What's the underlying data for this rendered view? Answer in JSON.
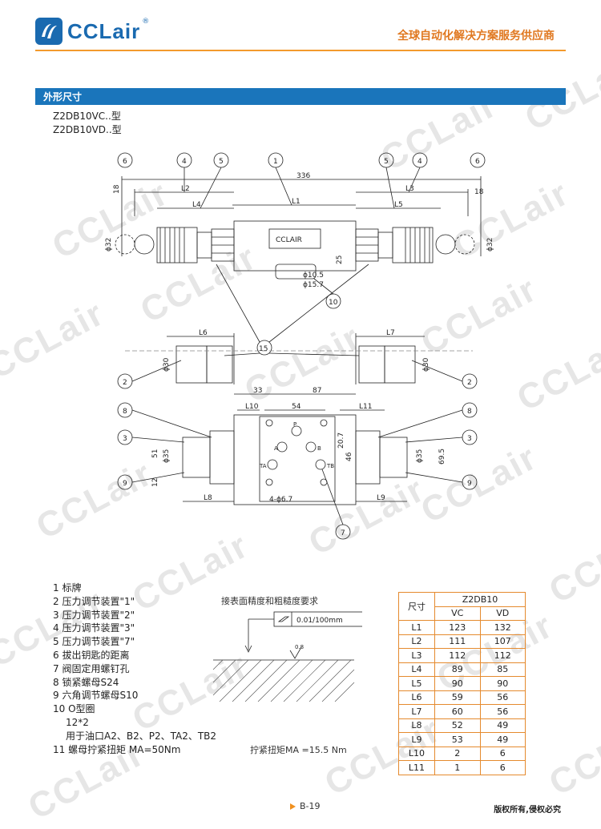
{
  "header": {
    "brand": "CCLair",
    "reg": "®",
    "slogan": "全球自动化解决方案服务供应商"
  },
  "watermark": "CCLair",
  "section": {
    "title": "外形尺寸"
  },
  "models": [
    "Z2DB10VC..型",
    "Z2DB10VD..型"
  ],
  "drawing": {
    "part_callouts": [
      "1",
      "2",
      "3",
      "4",
      "5",
      "6",
      "7",
      "8",
      "9",
      "10",
      "15"
    ],
    "dimensions": {
      "overall": "336",
      "L1": "L1",
      "L2": "L2",
      "L3": "L3",
      "L4": "L4",
      "L5": "L5",
      "L6": "L6",
      "L7": "L7",
      "L8": "L8",
      "L9": "L9",
      "L10": "L10",
      "L11": "L11",
      "d18": "18",
      "d32": "ϕ32",
      "d25": "25",
      "d105": "ϕ10.5",
      "d157": "ϕ15.7",
      "d30": "ϕ30",
      "d33": "33",
      "d87": "87",
      "d54": "54",
      "d207": "20.7",
      "d46": "46",
      "d35": "ϕ35",
      "d51": "51",
      "d12": "12",
      "d695": "69.5",
      "holes": "4-ϕ6.7",
      "nameplate": "CCLAIR",
      "ports": [
        "A",
        "B",
        "P",
        "TA",
        "TB"
      ]
    }
  },
  "legend": [
    {
      "text": "1 标牌",
      "indent": false
    },
    {
      "text": "2 压力调节装置\"1\"",
      "indent": false
    },
    {
      "text": "3 压力调节装置\"2\"",
      "indent": false
    },
    {
      "text": "4 压力调节装置\"3\"",
      "indent": false
    },
    {
      "text": "5 压力调节装置\"7\"",
      "indent": false
    },
    {
      "text": "6 拔出钥匙的距离",
      "indent": false
    },
    {
      "text": "7 阀固定用螺钉孔",
      "indent": false
    },
    {
      "text": "8 锁紧螺母S24",
      "indent": false
    },
    {
      "text": "9 六角调节螺母S10",
      "indent": false
    },
    {
      "text": "10 O型圈",
      "indent": false
    },
    {
      "text": "12*2",
      "indent": true
    },
    {
      "text": "用于油口A2、B2、P2、TA2、TB2",
      "indent": true
    },
    {
      "text": "11 螺母拧紧扭矩 MA=50Nm",
      "indent": false
    }
  ],
  "surface": {
    "title": "接表面精度和粗糙度要求",
    "flatness": "0.01/100mm",
    "roughness": "0.8",
    "torque": "拧紧扭矩MA =15.5 Nm"
  },
  "table": {
    "header": "尺寸",
    "model": "Z2DB10",
    "cols": [
      "VC",
      "VD"
    ],
    "rows": [
      [
        "L1",
        "123",
        "132"
      ],
      [
        "L2",
        "111",
        "107"
      ],
      [
        "L3",
        "112",
        "112"
      ],
      [
        "L4",
        "89",
        "85"
      ],
      [
        "L5",
        "90",
        "90"
      ],
      [
        "L6",
        "59",
        "56"
      ],
      [
        "L7",
        "60",
        "56"
      ],
      [
        "L8",
        "52",
        "49"
      ],
      [
        "L9",
        "53",
        "49"
      ],
      [
        "L10",
        "2",
        "6"
      ],
      [
        "L11",
        "1",
        "6"
      ]
    ]
  },
  "footer": {
    "page": "B-19",
    "copyright": "版权所有,侵权必究"
  }
}
